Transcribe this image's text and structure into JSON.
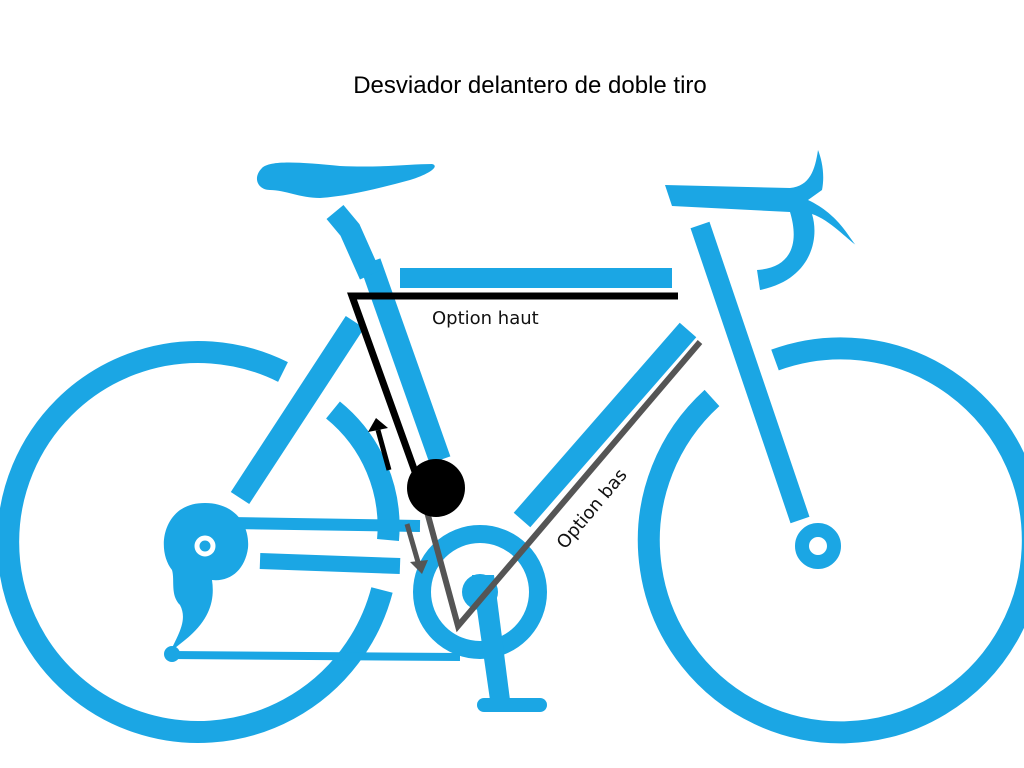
{
  "title": "Desviador delantero de doble tiro",
  "labels": {
    "top_option": "Option haut",
    "bottom_option": "Option bas"
  },
  "colors": {
    "bike": "#1ba6e4",
    "top_cable": "#000000",
    "bottom_cable": "#555555",
    "pulley": "#000000"
  },
  "icons": {
    "up_arrow": "arrow-up",
    "down_arrow": "arrow-down"
  }
}
